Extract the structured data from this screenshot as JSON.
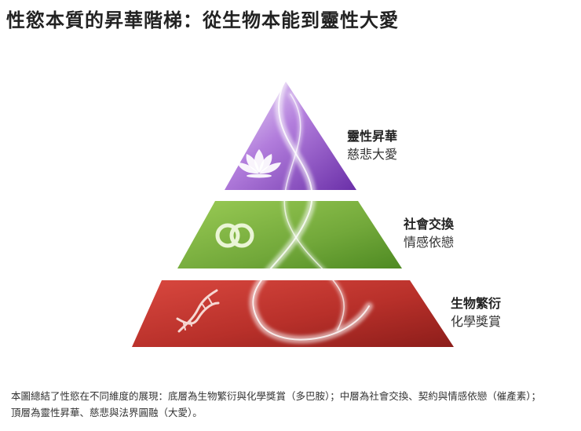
{
  "title": "性慾本質的昇華階梯：從生物本能到靈性大愛",
  "levels": [
    {
      "main": "靈性昇華",
      "sub": "慈悲大愛",
      "icon": "lotus-icon",
      "color": "#8b4fc4"
    },
    {
      "main": "社會交換",
      "sub": "情感依戀",
      "icon": "interlocking-rings-icon",
      "color": "#6fa635"
    },
    {
      "main": "生物繁衍",
      "sub": "化學獎賞",
      "icon": "dna-icon",
      "color": "#b62a25"
    }
  ],
  "caption": {
    "line1": "本圖總結了性慾在不同維度的展現：底層為生物繁衍與化學獎賞（多巴胺）；中層為社會交換、契約與情感依戀（催產素）；",
    "line2": "頂層為靈性昇華、慈悲與法界圓融（大愛）。"
  }
}
